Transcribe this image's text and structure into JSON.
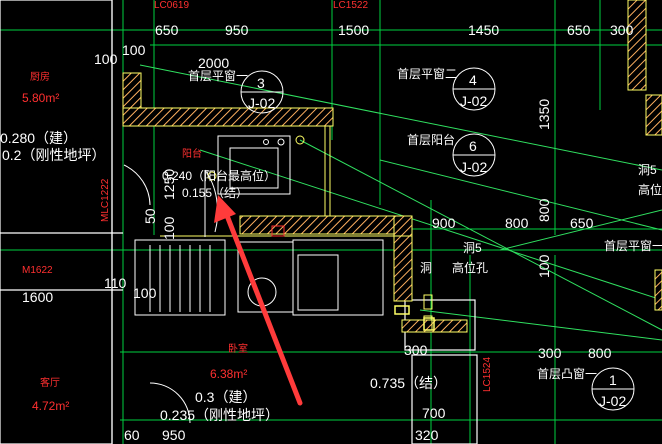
{
  "colors": {
    "background": "#000000",
    "dimension_line": "#00ff40",
    "wall_white": "#ffffff",
    "wall_hatch": "#ffb060",
    "wall_yellow": "#ffff66",
    "axis_green": "#00e000",
    "red_text": "#ff3030",
    "arrow_red": "#ff3b3b"
  },
  "top_dimensions": [
    "650",
    "950",
    "1500",
    "1450",
    "650",
    "300"
  ],
  "top_partial_labels": [
    "LC0619",
    "LC1522"
  ],
  "dimensions": {
    "d2000": "2000",
    "d100_left": "100",
    "d100_mid": "100",
    "d1350": "1350",
    "d900": "900",
    "d800_a": "800",
    "d650": "650",
    "d800_b": "800",
    "d100_c": "100",
    "d1250": "1250",
    "d50": "50",
    "d100_d": "100",
    "d1600": "1600",
    "d110": "110",
    "d100_e": "100",
    "d300_a": "300",
    "d300_b": "300",
    "d800_c": "800",
    "d700": "700",
    "d320": "320",
    "d60": "60",
    "d950": "950"
  },
  "rooms": {
    "left_room_name": "厨房",
    "left_room_area": "5.80m²",
    "left_room_elev": "0.280（建）",
    "left_room_elev2": "0.2（刚性地坪）",
    "balcony_name": "阳台",
    "bedroom_name": "卧室",
    "bedroom_area": "6.38m²",
    "living_name": "客厅",
    "living_area": "4.72m²"
  },
  "windows": {
    "w3_label": "首层平窗一",
    "w3_num": "3",
    "w3_ref": "J-02",
    "w4_label": "首层平窗二",
    "w4_num": "4",
    "w4_ref": "J-02",
    "w6_label": "首层阳台",
    "w6_num": "6",
    "w6_ref": "J-02",
    "w1_label": "首层凸窗一",
    "w1_num": "1",
    "w1_ref": "J-02",
    "right_window_label": "首层平窗一",
    "right_hole_label": "洞5",
    "right_hole_label2": "高位孔"
  },
  "annotations": {
    "balcony_elev1": "0.240（阳台最高位）",
    "balcony_elev2": "0.155（结）",
    "hole_label": "洞5",
    "hole_mark": "洞",
    "high_hole": "高位孔",
    "bedroom_elev1": "0.3（建）",
    "bedroom_elev2": "0.235（刚性地坪）",
    "struct_elev": "0.735（结）",
    "door_mlc": "MLC1222",
    "door_m1622": "M1622",
    "door_lc1524": "LC1524"
  }
}
